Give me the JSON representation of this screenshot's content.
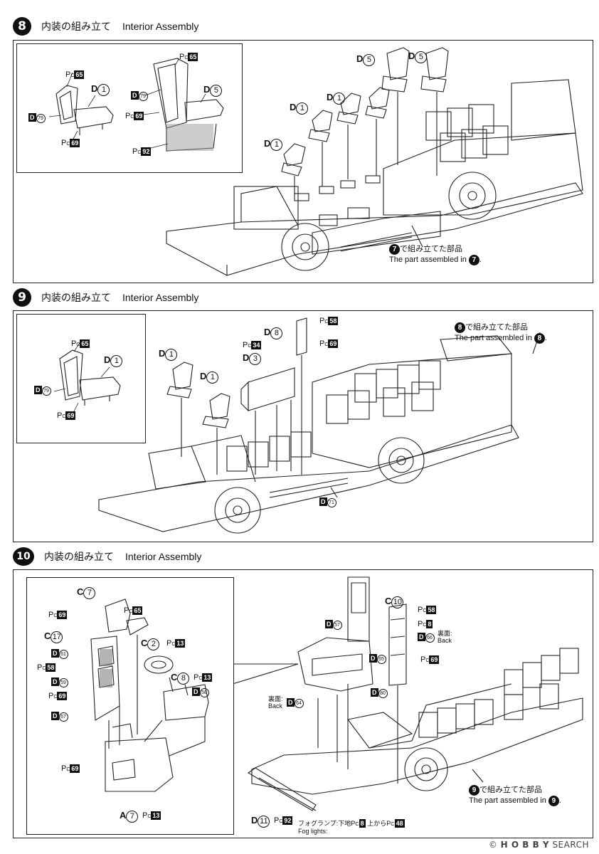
{
  "steps": [
    {
      "number": "8",
      "title_jp": "内装の組み立て",
      "title_en": "Interior Assembly"
    },
    {
      "number": "9",
      "title_jp": "内装の組み立て",
      "title_en": "Interior Assembly"
    },
    {
      "number": "10",
      "title_jp": "内装の組み立て",
      "title_en": "Interior Assembly"
    }
  ],
  "labels": {
    "pc": "P",
    "pc_sub": "C",
    "D": "D",
    "C": "C",
    "A": "A",
    "n1": "1",
    "n2": "2",
    "n3": "3",
    "n5": "5",
    "n7": "7",
    "n8": "8",
    "n10": "10",
    "n11": "11",
    "n17": "17",
    "c8": "8",
    "c13": "13",
    "c34": "34",
    "c48": "48",
    "c58": "58",
    "c65": "65",
    "c69": "69",
    "c92": "92",
    "d57": "57",
    "d58": "58",
    "d59": "59",
    "d61": "61",
    "d64": "64",
    "d65": "65",
    "d66": "66",
    "d67": "67",
    "d71": "71",
    "d79": "79",
    "d80": "80"
  },
  "notes": {
    "step8_assembled_jp": "で組み立てた部品",
    "step8_assembled_en": "The part assembled in",
    "step8_ref": "7",
    "step9_assembled_jp": "で組み立てた部品",
    "step9_assembled_en": "The part assembled in",
    "step9_ref": "8",
    "step10_assembled_jp": "で組み立てた部品",
    "step10_assembled_en": "The part assembled in",
    "step10_ref": "9",
    "back_jp": "裏面:",
    "back_en": "Back",
    "fog_jp_1": "フォグランプ:下地",
    "fog_jp_2": "上から",
    "fog_en": "Fog lights:"
  },
  "watermark": {
    "brand": "H O B B Y",
    "suffix": "SEARCH",
    "copyright": "©"
  }
}
